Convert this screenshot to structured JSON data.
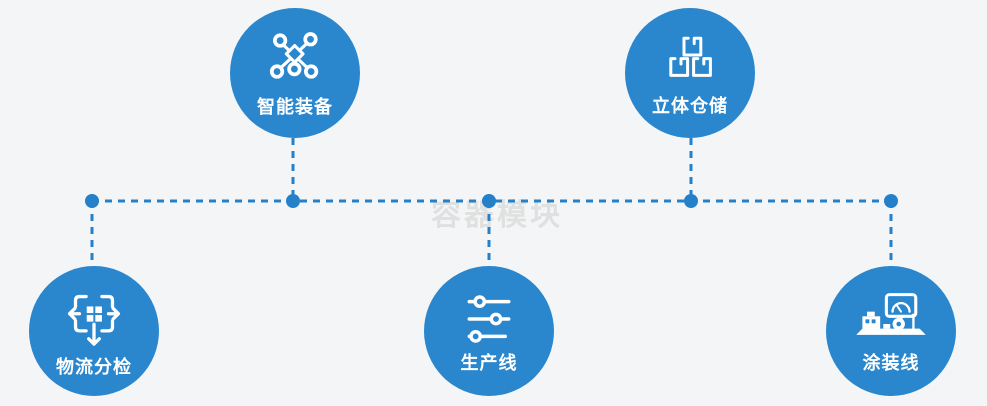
{
  "diagram": {
    "watermark": "容器模块",
    "nodes": [
      {
        "id": "smart-equipment",
        "label": "智能装备",
        "icon": "network-nodes-icon"
      },
      {
        "id": "warehouse",
        "label": "立体仓储",
        "icon": "stacked-boxes-icon"
      },
      {
        "id": "logistics-sorting",
        "label": "物流分检",
        "icon": "dispatch-arrows-icon"
      },
      {
        "id": "production-line",
        "label": "生产线",
        "icon": "sliders-icon"
      },
      {
        "id": "painting-line",
        "label": "涂装线",
        "icon": "machine-monitor-icon"
      }
    ]
  },
  "colors": {
    "bg": "#f4f5f6",
    "circle": "#2a86cd",
    "line": "#2580ca",
    "label": "#ffffff",
    "watermark": "#cfcfcf"
  }
}
